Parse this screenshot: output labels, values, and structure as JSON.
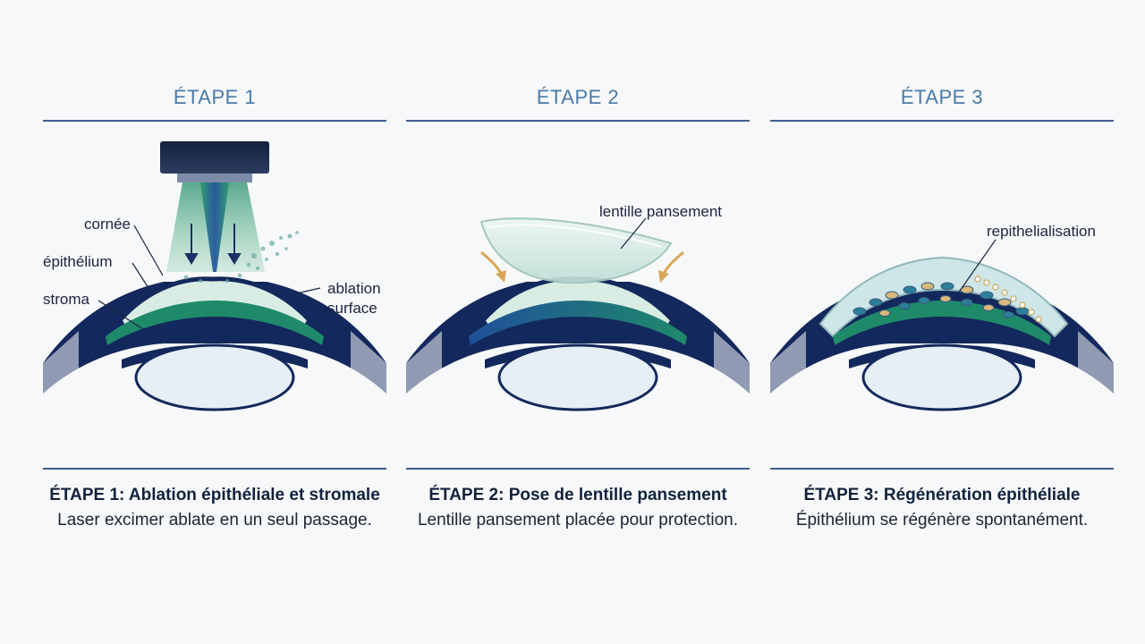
{
  "colors": {
    "sclera": "#13285c",
    "stroma_green": "#1f8a6a",
    "cornea_fill": "#d9ece4",
    "lens_fill": "#e6eef6",
    "heading_blue": "#4a7aa6",
    "arrow_gold": "#d8a658"
  },
  "steps": [
    {
      "heading": "ÉTAPE 1",
      "caption_title": "ÉTAPE 1: Ablation épithéliale et stromale",
      "caption_desc": "Laser excimer ablate en un seul passage.",
      "labels": {
        "cornea": "cornée",
        "epithelium": "épithélium",
        "stroma": "stroma",
        "ablation_1": "ablation",
        "ablation_2": "surface"
      }
    },
    {
      "heading": "ÉTAPE 2",
      "caption_title": "ÉTAPE 2: Pose de lentille pansement",
      "caption_desc": "Lentille pansement placée pour protection.",
      "labels": {
        "lens": "lentille pansement"
      }
    },
    {
      "heading": "ÉTAPE 3",
      "caption_title": "ÉTAPE 3: Régénération épithéliale",
      "caption_desc": "Épithélium se régénère spontanément.",
      "labels": {
        "repith": "repithelialisation"
      }
    }
  ]
}
